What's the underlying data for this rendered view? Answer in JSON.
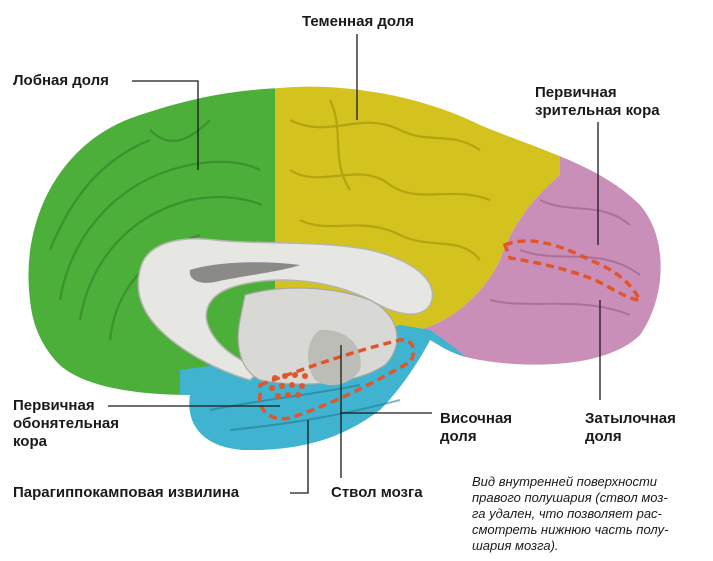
{
  "labels": {
    "parietal": "Теменная доля",
    "frontal": "Лобная доля",
    "visual_cortex": "Первичная\nзрительная кора",
    "olfactory_cortex": "Первичная\nобонятельная\nкора",
    "temporal": "Височная\nдоля",
    "occipital": "Затылочная\nдоля",
    "parahippocampal": "Парагиппокамповая извилина",
    "brainstem": "Ствол мозга"
  },
  "caption": {
    "lines": [
      "Вид внутренней поверхности",
      "правого полушария (ствол моз-",
      "га удален, что позволяет рас-",
      "смотреть нижнюю часть полу-",
      "шария мозга)."
    ]
  },
  "colors": {
    "frontal": "#4caf3a",
    "parietal": "#d4c21e",
    "occipital": "#c98fb8",
    "temporal": "#3fb3cf",
    "corpus_callosum": "#e6e6e2",
    "dashed_outline": "#e0552a"
  }
}
